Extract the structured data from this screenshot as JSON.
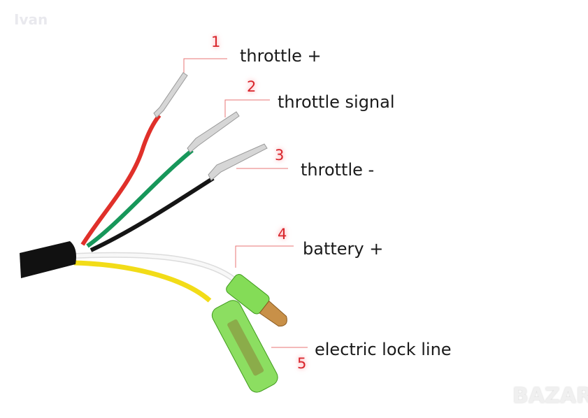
{
  "watermarks": {
    "top_left": "Ivan",
    "bottom_right": "BAZAR"
  },
  "labels": [
    {
      "number": "1",
      "text": "throttle +"
    },
    {
      "number": "2",
      "text": "throttle signal"
    },
    {
      "number": "3",
      "text": "throttle -"
    },
    {
      "number": "4",
      "text": "battery +"
    },
    {
      "number": "5",
      "text": "electric lock line"
    }
  ],
  "wire_colors": {
    "red": "#e0302a",
    "green": "#17975a",
    "black": "#151515",
    "white": "#f2f2f2",
    "yellow": "#f2dc18",
    "connector": "#6fd63a",
    "brass": "#c89048"
  }
}
